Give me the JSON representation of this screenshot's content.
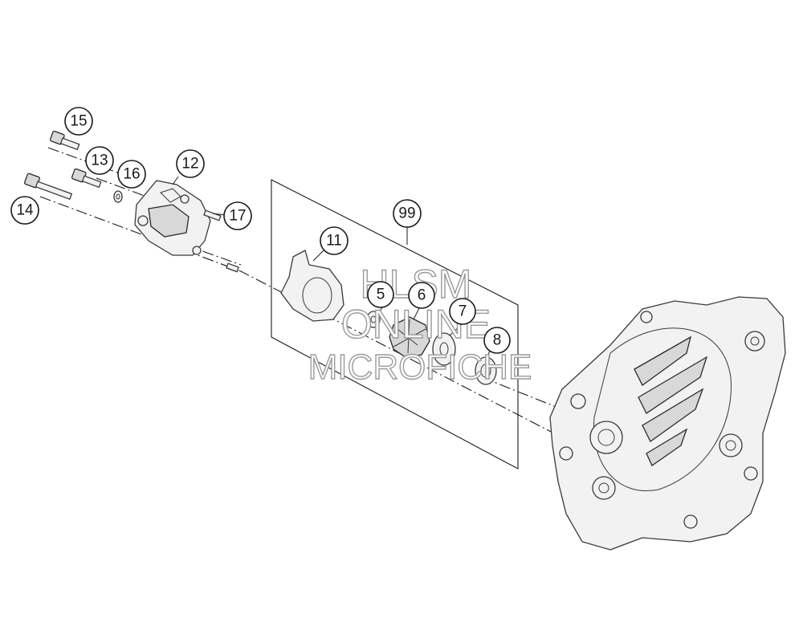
{
  "callouts": [
    {
      "id": "c15",
      "label": "15"
    },
    {
      "id": "c13",
      "label": "13"
    },
    {
      "id": "c16",
      "label": "16"
    },
    {
      "id": "c12",
      "label": "12"
    },
    {
      "id": "c14",
      "label": "14"
    },
    {
      "id": "c17",
      "label": "17"
    },
    {
      "id": "c99",
      "label": "99"
    },
    {
      "id": "c11",
      "label": "11"
    },
    {
      "id": "c5",
      "label": "5"
    },
    {
      "id": "c6",
      "label": "6"
    },
    {
      "id": "c7",
      "label": "7"
    },
    {
      "id": "c8",
      "label": "8"
    }
  ],
  "watermark": {
    "line1": "HLSM",
    "line2": "ONLINE",
    "line3": "MICROFICHE"
  }
}
